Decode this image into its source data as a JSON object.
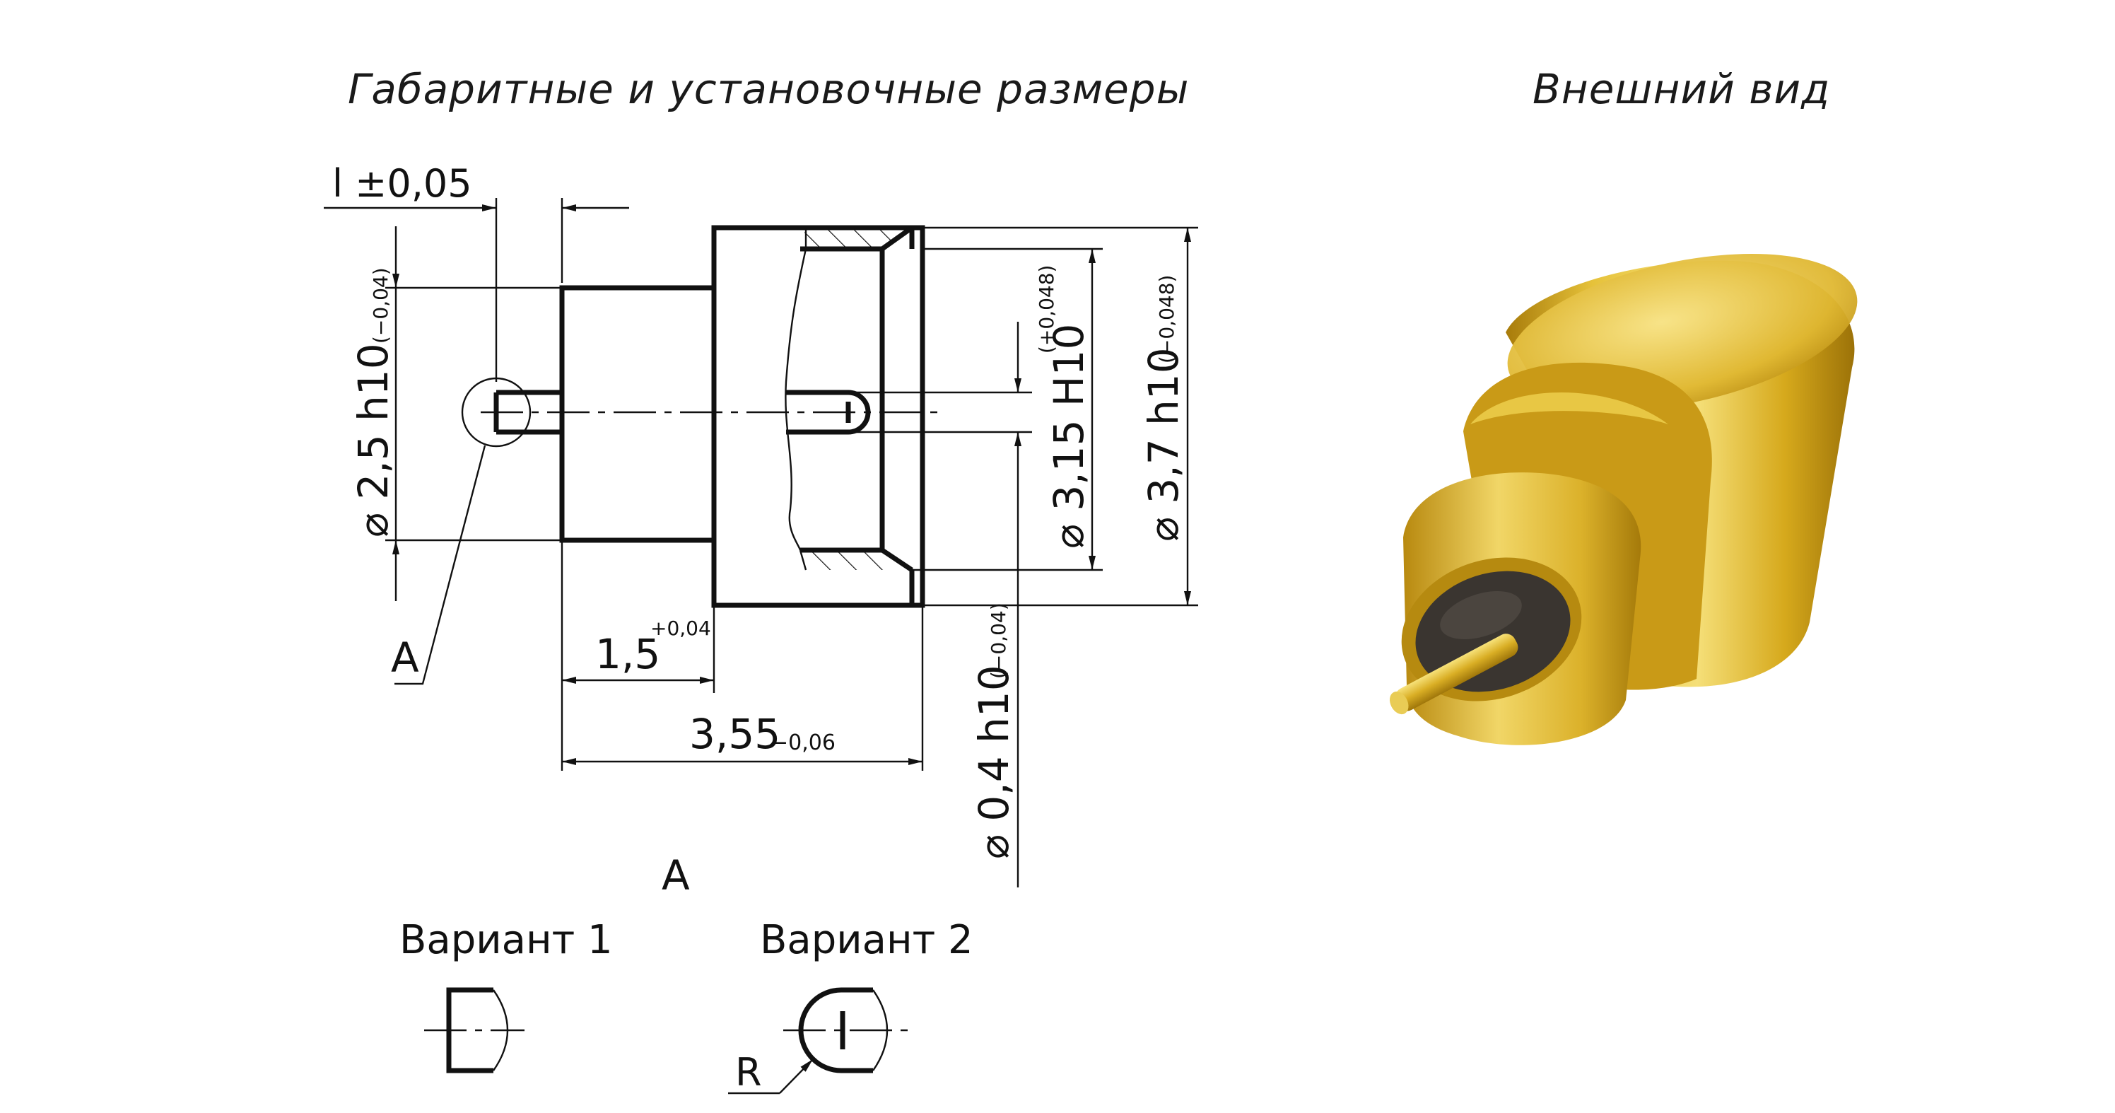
{
  "titles": {
    "dimensions": "Габаритные и установочные размеры",
    "appearance": "Внешний вид"
  },
  "dims": {
    "l_tol": "l ±0,05",
    "d25": "⌀ 2,5 h10",
    "d25_tol": "(−0,04)",
    "d315": "⌀ 3,15 H10",
    "d315_tol": "(+0,048)",
    "d37": "⌀ 3,7 h10",
    "d37_tol": "(−0,048)",
    "d04": "⌀ 0,4 h10",
    "d04_tol": "(−0,04)",
    "len15": "1,5",
    "len15_tol": "+0,04",
    "len355": "3,55",
    "len355_tol": "−0,06"
  },
  "detail": {
    "callout": "A",
    "view_label": "A",
    "variant1": "Вариант 1",
    "variant2": "Вариант 2",
    "radius": "R"
  },
  "colors": {
    "ink": "#111111",
    "gold_light": "#f3dc6a",
    "gold_mid": "#d9ad1e",
    "gold_dark": "#9c7208",
    "insulator": "#3a3530"
  }
}
